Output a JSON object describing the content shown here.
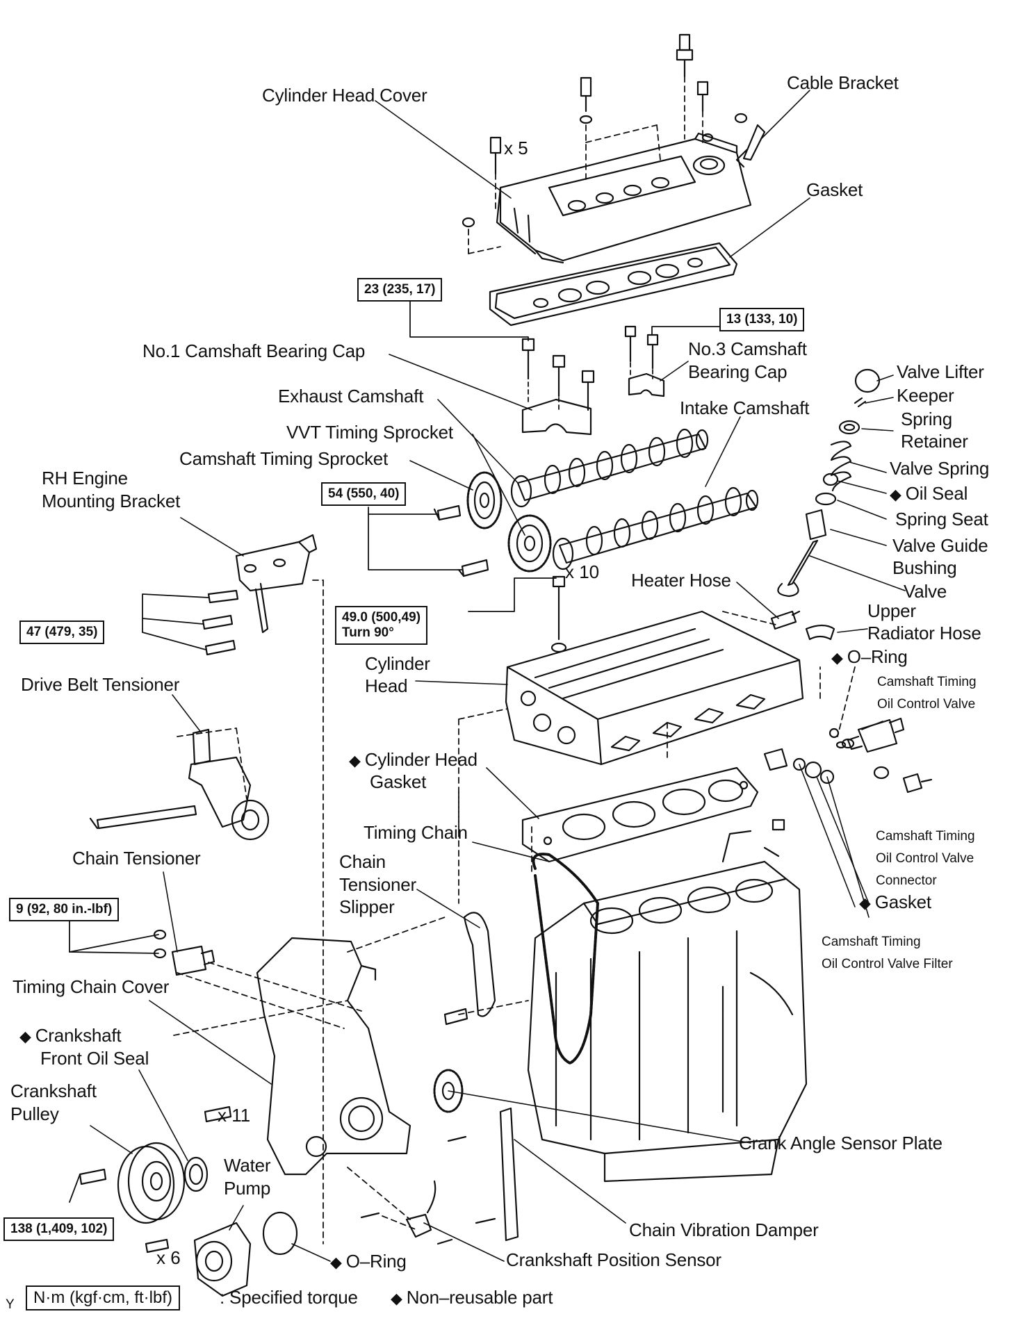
{
  "labels": {
    "cylinder_head_cover": "Cylinder Head Cover",
    "cable_bracket": "Cable Bracket",
    "gasket_top": "Gasket",
    "no1_cam_cap": "No.1 Camshaft Bearing Cap",
    "no3_cam_cap_1": "No.3 Camshaft",
    "no3_cam_cap_2": "Bearing Cap",
    "valve_lifter": "Valve Lifter",
    "keeper": "Keeper",
    "spring_retainer_1": "Spring",
    "spring_retainer_2": "Retainer",
    "exhaust_camshaft": "Exhaust Camshaft",
    "intake_camshaft": "Intake Camshaft",
    "vvt_sprocket": "VVT Timing Sprocket",
    "cam_timing_sprocket": "Camshaft Timing Sprocket",
    "rh_bracket_1": "RH Engine",
    "rh_bracket_2": "Mounting Bracket",
    "valve_spring": "Valve Spring",
    "oil_seal": "Oil Seal",
    "spring_seat": "Spring Seat",
    "valve_guide_1": "Valve Guide",
    "valve_guide_2": "Bushing",
    "valve": "Valve",
    "heater_hose": "Heater Hose",
    "upper_rad_1": "Upper",
    "upper_rad_2": "Radiator Hose",
    "oring_top": "O–Ring",
    "cam_ocv_1": "Camshaft Timing",
    "cam_ocv_2": "Oil Control Valve",
    "cylinder_head_1": "Cylinder",
    "cylinder_head_2": "Head",
    "drive_belt_tensioner": "Drive Belt Tensioner",
    "head_gasket_1": "Cylinder Head",
    "head_gasket_2": "Gasket",
    "timing_chain": "Timing Chain",
    "chain_slipper_1": "Chain",
    "chain_slipper_2": "Tensioner",
    "chain_slipper_3": "Slipper",
    "cam_ocv_conn_1": "Camshaft Timing",
    "cam_ocv_conn_2": "Oil Control Valve",
    "cam_ocv_conn_3": "Connector",
    "chain_tensioner": "Chain Tensioner",
    "gasket_mid": "Gasket",
    "cam_ocv_filter_1": "Camshaft Timing",
    "cam_ocv_filter_2": "Oil Control Valve Filter",
    "timing_chain_cover": "Timing Chain Cover",
    "crank_front_seal_1": "Crankshaft",
    "crank_front_seal_2": "Front Oil Seal",
    "crank_pulley_1": "Crankshaft",
    "crank_pulley_2": "Pulley",
    "crank_angle_plate": "Crank Angle Sensor Plate",
    "water_pump_1": "Water",
    "water_pump_2": "Pump",
    "chain_vib_damper": "Chain Vibration Damper",
    "oring_bottom": "O–Ring",
    "crank_pos_sensor": "Crankshaft Position Sensor"
  },
  "quantities": {
    "x5": "x 5",
    "x10": "x 10",
    "x11": "x 11",
    "x6": "x 6"
  },
  "torques": {
    "t23": "23 (235, 17)",
    "t13": "13 (133, 10)",
    "t54": "54 (550, 40)",
    "t47": "47 (479, 35)",
    "t49_1": "49.0 (500,49)",
    "t49_2": "Turn 90°",
    "t9": "9 (92, 80 in.-lbf)",
    "t138": "138 (1,409, 102)"
  },
  "legend": {
    "marker": "Y",
    "unit_box": "N·m (kgf·cm, ft·lbf)",
    "unit_text": ": Specified torque",
    "diamond_text": "Non–reusable part",
    "diamond": "◆"
  },
  "colors": {
    "ink": "#111111",
    "paper": "#ffffff"
  }
}
